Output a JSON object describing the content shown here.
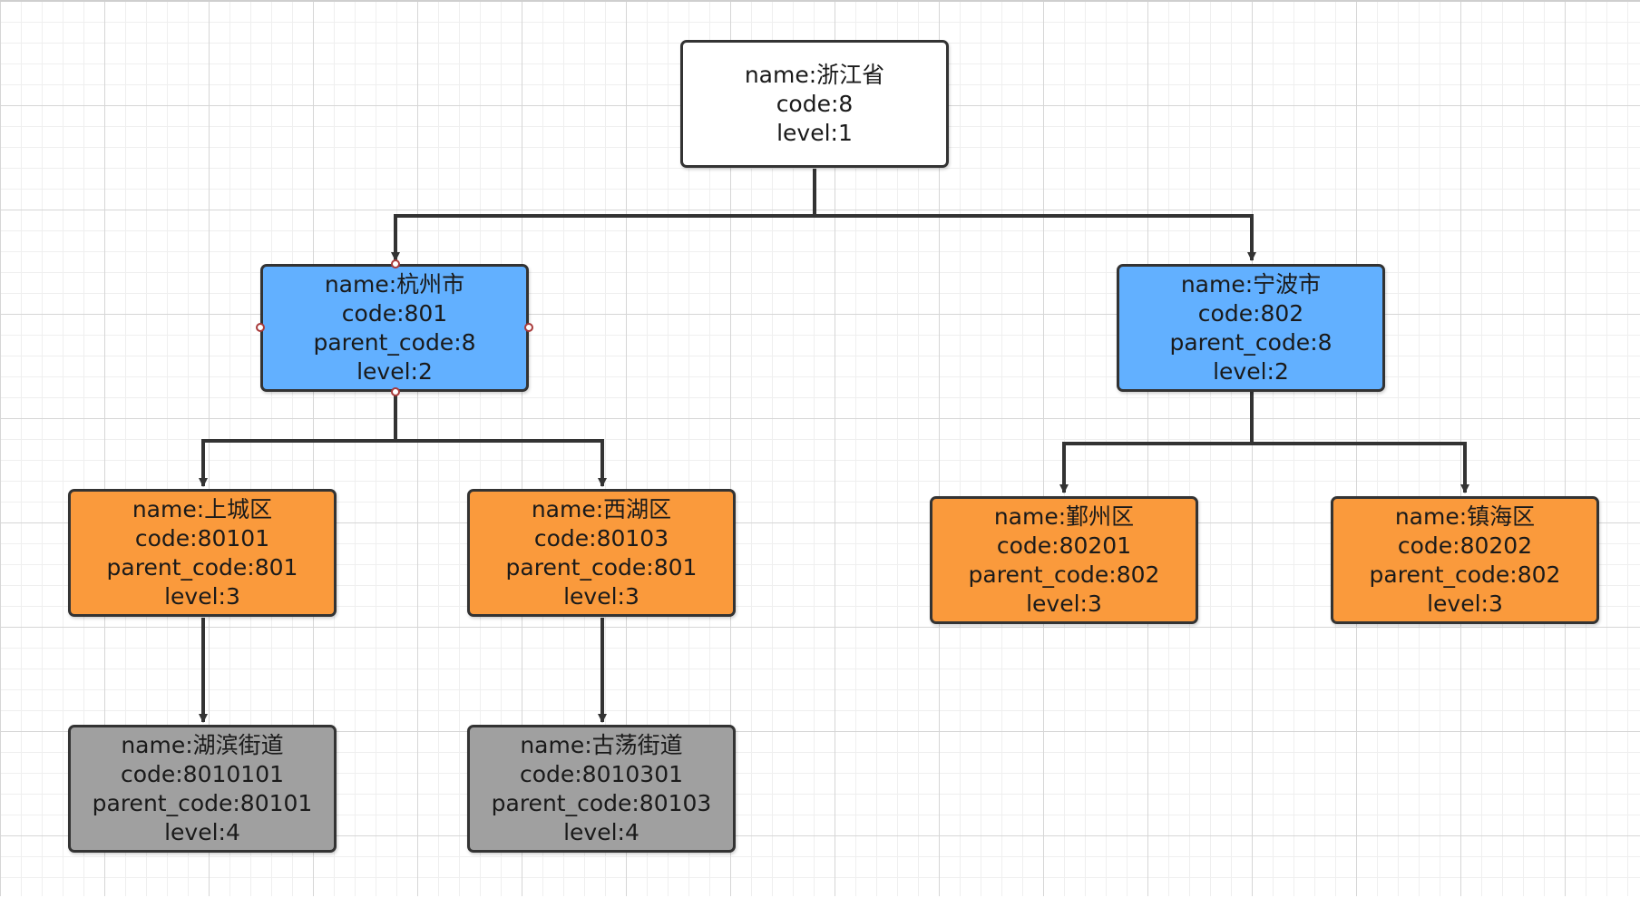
{
  "colors": {
    "level1": "#ffffff",
    "level2": "#62b0ff",
    "level3": "#fa9a3c",
    "level4": "#a0a0a0",
    "edge": "#333333"
  },
  "nodes": {
    "zhejiang": {
      "name": "name:浙江省",
      "code": "code:8",
      "level": "level:1"
    },
    "hangzhou": {
      "name": "name:杭州市",
      "code": "code:801",
      "parent_code": "parent_code:8",
      "level": "level:2"
    },
    "ningbo": {
      "name": "name:宁波市",
      "code": "code:802",
      "parent_code": "parent_code:8",
      "level": "level:2"
    },
    "shangcheng": {
      "name": "name:上城区",
      "code": "code:80101",
      "parent_code": "parent_code:801",
      "level": "level:3"
    },
    "xihu": {
      "name": "name:西湖区",
      "code": "code:80103",
      "parent_code": "parent_code:801",
      "level": "level:3"
    },
    "yinzhou": {
      "name": "name:鄞州区",
      "code": "code:80201",
      "parent_code": "parent_code:802",
      "level": "level:3"
    },
    "zhenhai": {
      "name": "name:镇海区",
      "code": "code:80202",
      "parent_code": "parent_code:802",
      "level": "level:3"
    },
    "hubin": {
      "name": "name:湖滨街道",
      "code": "code:8010101",
      "parent_code": "parent_code:80101",
      "level": "level:4"
    },
    "gudang": {
      "name": "name:古荡街道",
      "code": "code:8010301",
      "parent_code": "parent_code:80103",
      "level": "level:4"
    }
  }
}
